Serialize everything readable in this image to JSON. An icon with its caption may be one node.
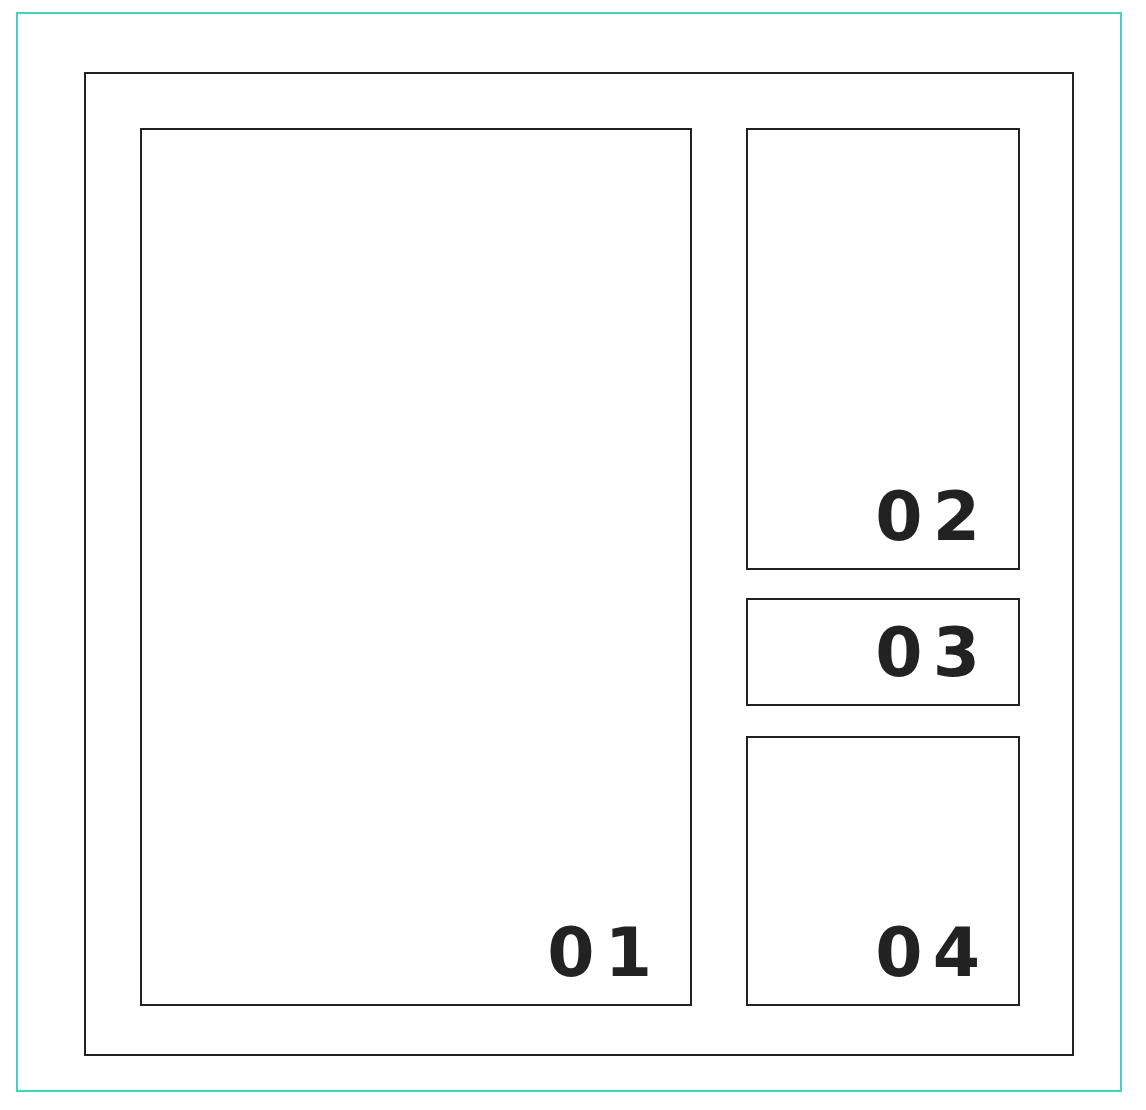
{
  "diagram": {
    "nodes": [
      {
        "text": [],
        "shape": "box"
      },
      {
        "text": [
          "01"
        ],
        "in": 0
      },
      {
        "text": [
          "02"
        ],
        "in": 0
      },
      {
        "text": [
          "03"
        ],
        "in": 0
      },
      {
        "text": [
          "04"
        ],
        "in": 0
      }
    ]
  }
}
